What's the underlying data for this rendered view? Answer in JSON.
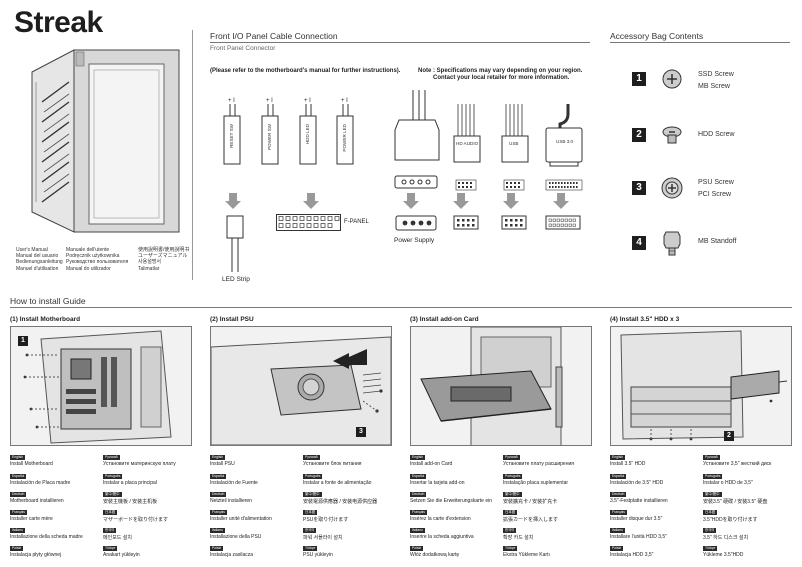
{
  "title": "Streak",
  "manual_labels": {
    "col1": [
      "User's Manual",
      "Manual del usuario",
      "Bedienungsanleitung",
      "Manuel d'utilisation"
    ],
    "col2": [
      "Manuale dell'utente",
      "Podręcznik użytkownika",
      "Руководство пользователя",
      "Manual do utilizador"
    ],
    "col3": [
      "使用說明書/使用說明书",
      "ユーザーズマニュアル",
      "사용설명서",
      "Talimatlar"
    ]
  },
  "front_io": {
    "heading": "Front I/O Panel Cable Connection",
    "subheading": "Front Panel Connector",
    "note_left": "(Please refer to the motherboard's manual for further instructions).",
    "note_right_1": "Note : Specifications may vary depending on your region.",
    "note_right_2": "Contact your local retailer for more information.",
    "connectors": [
      {
        "polarity": "+ I",
        "label": "RESET SW"
      },
      {
        "polarity": "+ I",
        "label": "POWER SW"
      },
      {
        "polarity": "+ I",
        "label": "HDD LED"
      },
      {
        "polarity": "+ I",
        "label": "POWER LED"
      }
    ],
    "f_panel": "F-PANEL",
    "led_strip": "LED Strip",
    "power_supply": "Power Supply",
    "usb_labels": [
      "HD AUDIO",
      "USB",
      "USB 3.0"
    ]
  },
  "accessory": {
    "heading": "Accessory Bag Contents",
    "items": [
      {
        "num": "1",
        "line1": "SSD Screw",
        "line2": "MB Screw"
      },
      {
        "num": "2",
        "line1": "HDD Screw",
        "line2": ""
      },
      {
        "num": "3",
        "line1": "PSU Screw",
        "line2": "PCI Screw"
      },
      {
        "num": "4",
        "line1": "MB Standoff",
        "line2": ""
      }
    ]
  },
  "how_to": {
    "heading": "How to install Guide",
    "steps": [
      {
        "title": "(1) Install Motherboard",
        "callout": "1",
        "langs": [
          [
            "English",
            "Install Motherboard",
            "Русский",
            "Установите материнскую плату"
          ],
          [
            "Español",
            "Instalación de Placa madre",
            "Português",
            "Instalar a placa principal"
          ],
          [
            "Deutsch",
            "Motherboard installieren",
            "繁中/簡中",
            "安裝主機板 / 安装主机板"
          ],
          [
            "Français",
            "Installer carte mère",
            "日本語",
            "マザーボードを取り付けます"
          ],
          [
            "Italiano",
            "Installazione della scheda madre",
            "한국어",
            "메인보드 설치"
          ],
          [
            "Polski",
            "Instalacja płyty głównej",
            "Türkçe",
            "Anakart yükleyin"
          ]
        ]
      },
      {
        "title": "(2) Install PSU",
        "callout": "3",
        "langs": [
          [
            "English",
            "Install PSU",
            "Русский",
            "Установите блок питания"
          ],
          [
            "Español",
            "Instalación de Fuente",
            "Português",
            "Instalar a fonte de alimentação"
          ],
          [
            "Deutsch",
            "Netzteil installieren",
            "繁中/簡中",
            "安裝電源供應器 / 安装电源供应器"
          ],
          [
            "Français",
            "Installer unité d'alimentation",
            "日本語",
            "PSUを取り付けます"
          ],
          [
            "Italiano",
            "Installazione della PSU",
            "한국어",
            "파워 서플라이 설치"
          ],
          [
            "Polski",
            "Instalacja zasilacza",
            "Türkçe",
            "PSU yükleyin"
          ]
        ]
      },
      {
        "title": "(3) Install add-on Card",
        "callout": "",
        "langs": [
          [
            "English",
            "Install add-on Card",
            "Русский",
            "Установите плату расширения"
          ],
          [
            "Español",
            "Insertar la tarjeta add-on",
            "Português",
            "Instalação placa suplementar"
          ],
          [
            "Deutsch",
            "Setzen Sie die Erweiterungskarte ein",
            "繁中/簡中",
            "安裝擴充卡 / 安装扩充卡"
          ],
          [
            "Français",
            "Insérez la carte d'extension",
            "日本語",
            "拡張カードを挿入します"
          ],
          [
            "Italiano",
            "Inserire la scheda aggiuntiva",
            "한국어",
            "확장 카드 설치"
          ],
          [
            "Polski",
            "Włóż dodatkową kartę",
            "Türkçe",
            "Ekstra Yükleme Kartı"
          ]
        ]
      },
      {
        "title": "(4) Install 3.5\" HDD x 3",
        "callout": "2",
        "langs": [
          [
            "English",
            "Install 3.5\" HDD",
            "Русский",
            "Установите 3,5\" жесткий диск"
          ],
          [
            "Español",
            "Instalación de 3.5\" HDD",
            "Português",
            "Instalar o HDD de 3,5\""
          ],
          [
            "Deutsch",
            "3.5\"-Festplatte installieren",
            "繁中/簡中",
            "安裝3.5\" 硬碟 / 安装3.5\" 硬盘"
          ],
          [
            "Français",
            "Installer disque dur 3.5\"",
            "日本語",
            "3.5\"HDDを取り付けます"
          ],
          [
            "Italiano",
            "Installare l'unità HDD 3,5\"",
            "한국어",
            "3.5\" 하드 디스크 설치"
          ],
          [
            "Polski",
            "Instalacja HDD 3,5\"",
            "Türkçe",
            "Yükleme 3.5\"HDD"
          ]
        ]
      }
    ]
  }
}
